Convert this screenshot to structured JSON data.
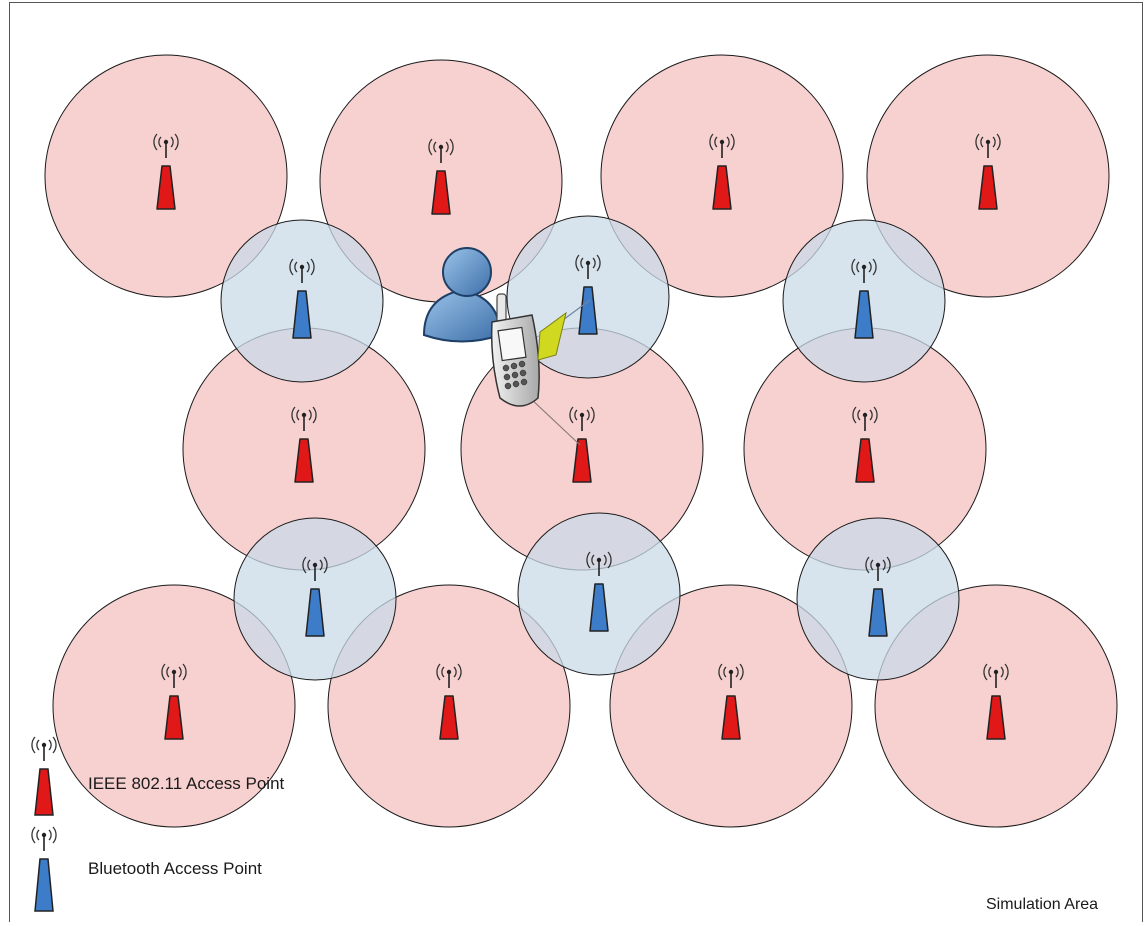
{
  "legend": {
    "wifi_label": "IEEE 802.11 Access Point",
    "bluetooth_label": "Bluetooth Access Point"
  },
  "area_label": "Simulation Area",
  "colors": {
    "wifi_coverage": "#f4c0c0",
    "bluetooth_coverage": "#c9dbe8",
    "wifi_ap": "#e01818",
    "bluetooth_ap": "#3d7cc9",
    "user": "#5b8fc6"
  }
}
